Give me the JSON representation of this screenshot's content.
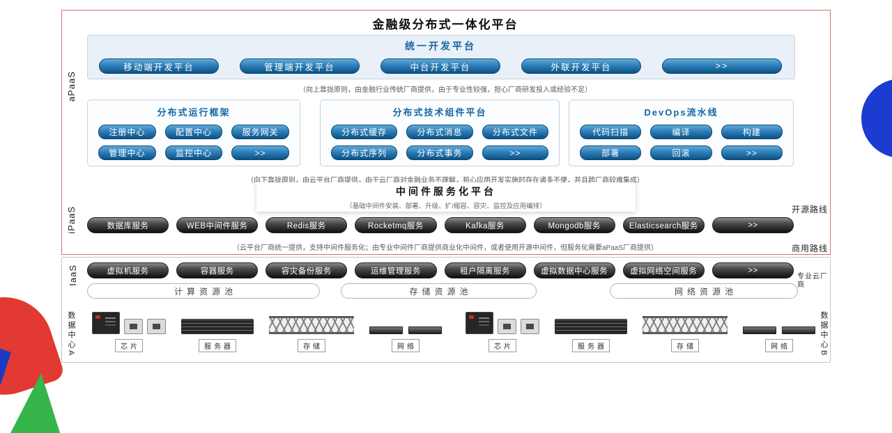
{
  "colors": {
    "accent_blue": "#1266a6",
    "button_blue_top": "#62aad8",
    "button_blue_bottom": "#0b5184",
    "pill_dark_top": "#8c8c8c",
    "pill_dark_bottom": "#101010",
    "frame_red": "#d96c6c",
    "frame_gray": "#c6c6c6",
    "decor_blue": "#1b3bd1",
    "decor_red": "#e23a32",
    "decor_green": "#35b54a"
  },
  "platform": {
    "title": "金融级分布式一体化平台",
    "unified_dev": {
      "title": "统一开发平台",
      "buttons": [
        "移动端开发平台",
        "管理端开发平台",
        "中台开发平台",
        "外联开发平台",
        ">>"
      ]
    },
    "note_top": "（向上靠拢原则，由金融行业传统厂商提供，由于专业性较强，担心厂商研发投入或经验不足）",
    "panels": [
      {
        "title": "分布式运行框架",
        "rows": [
          [
            "注册中心",
            "配置中心",
            "服务网关"
          ],
          [
            "管理中心",
            "监控中心",
            ">>"
          ]
        ]
      },
      {
        "title": "分布式技术组件平台",
        "rows": [
          [
            "分布式缓存",
            "分布式消息",
            "分布式文件"
          ],
          [
            "分布式序列",
            "分布式事务",
            ">>"
          ]
        ]
      },
      {
        "title": "DevOps流水线",
        "rows": [
          [
            "代码扫描",
            "编译",
            "构建"
          ],
          [
            "部署",
            "回滚",
            ">>"
          ]
        ]
      }
    ],
    "note_mid": "（向下靠拢原则，由云平台厂商提供，由于云厂商对金融业务不理解，担心应用开发实施时存在诸多不便，并且跨厂商较难集成）",
    "middleware": {
      "title": "中间件服务化平台",
      "subtitle": "（基础中间件安装、部署、升级、扩/缩容、容灾、监控及应用编排）"
    },
    "ipaas_services": [
      "数据库服务",
      "WEB中间件服务",
      "Redis服务",
      "Rocketmq服务",
      "Kafka服务",
      "Mongodb服务",
      "Elasticsearch服务",
      ">>"
    ],
    "note_bottom": "（云平台厂商统一提供，支持中间件服务化；由专业中间件厂商提供商业化中间件，或者使用开源中间件，但服务化需要aPaaS厂商提供）",
    "routes": {
      "open": "开源路线",
      "commercial": "商用路线"
    }
  },
  "iaas": {
    "services": [
      "虚拟机服务",
      "容器服务",
      "容灾备份服务",
      "运维管理服务",
      "租户隔离服务",
      "虚拟数据中心服务",
      "虚拟网络空间服务",
      ">>"
    ],
    "vendor_label": "专业云厂商",
    "pools": [
      "计算资源池",
      "存储资源池",
      "网络资源池"
    ],
    "hardware_labels": [
      "芯片",
      "服务器",
      "存储",
      "网络"
    ]
  },
  "side_labels": {
    "apaas": "aPaaS",
    "ipaas": "iPaaS",
    "iaas": "IaaS",
    "datacenter_a": "数据中心A",
    "datacenter_b": "数据中心B"
  }
}
